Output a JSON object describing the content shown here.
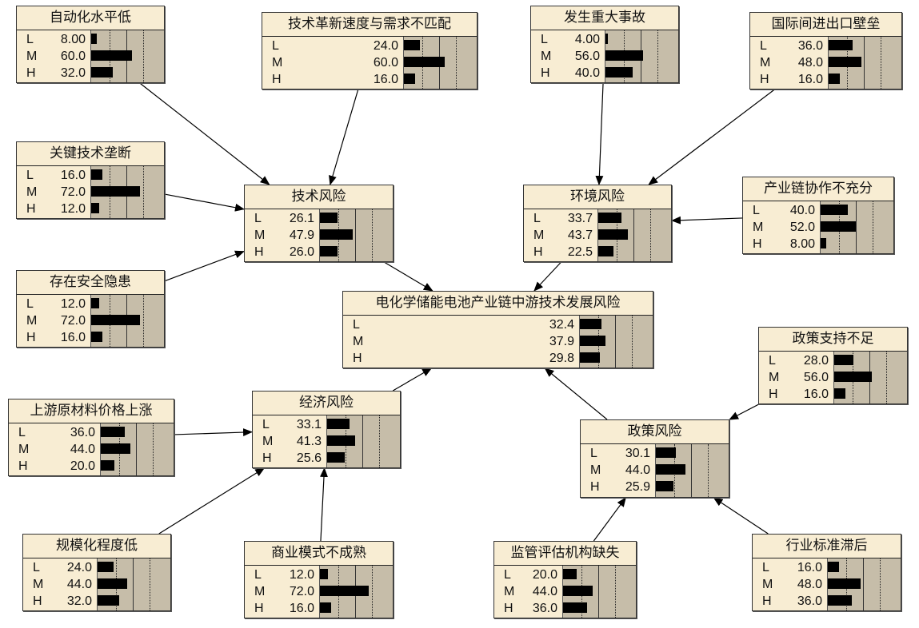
{
  "nodes": [
    {
      "id": "n1",
      "title": "自动化水平低",
      "states": [
        {
          "s": "L",
          "v": "8.00",
          "p": 8.0
        },
        {
          "s": "M",
          "v": "60.0",
          "p": 60.0
        },
        {
          "s": "H",
          "v": "32.0",
          "p": 32.0
        }
      ]
    },
    {
      "id": "n2",
      "title": "技术革新速度与需求不匹配",
      "states": [
        {
          "s": "L",
          "v": "24.0",
          "p": 24.0
        },
        {
          "s": "M",
          "v": "60.0",
          "p": 60.0
        },
        {
          "s": "H",
          "v": "16.0",
          "p": 16.0
        }
      ]
    },
    {
      "id": "n3",
      "title": "发生重大事故",
      "states": [
        {
          "s": "L",
          "v": "4.00",
          "p": 4.0
        },
        {
          "s": "M",
          "v": "56.0",
          "p": 56.0
        },
        {
          "s": "H",
          "v": "40.0",
          "p": 40.0
        }
      ]
    },
    {
      "id": "n4",
      "title": "国际间进出口壁垒",
      "states": [
        {
          "s": "L",
          "v": "36.0",
          "p": 36.0
        },
        {
          "s": "M",
          "v": "48.0",
          "p": 48.0
        },
        {
          "s": "H",
          "v": "16.0",
          "p": 16.0
        }
      ]
    },
    {
      "id": "n5",
      "title": "关键技术垄断",
      "states": [
        {
          "s": "L",
          "v": "16.0",
          "p": 16.0
        },
        {
          "s": "M",
          "v": "72.0",
          "p": 72.0
        },
        {
          "s": "H",
          "v": "12.0",
          "p": 12.0
        }
      ]
    },
    {
      "id": "n6",
      "title": "技术风险",
      "states": [
        {
          "s": "L",
          "v": "26.1",
          "p": 26.1
        },
        {
          "s": "M",
          "v": "47.9",
          "p": 47.9
        },
        {
          "s": "H",
          "v": "26.0",
          "p": 26.0
        }
      ]
    },
    {
      "id": "n7",
      "title": "环境风险",
      "states": [
        {
          "s": "L",
          "v": "33.7",
          "p": 33.7
        },
        {
          "s": "M",
          "v": "43.7",
          "p": 43.7
        },
        {
          "s": "H",
          "v": "22.5",
          "p": 22.5
        }
      ]
    },
    {
      "id": "n8",
      "title": "产业链协作不充分",
      "states": [
        {
          "s": "L",
          "v": "40.0",
          "p": 40.0
        },
        {
          "s": "M",
          "v": "52.0",
          "p": 52.0
        },
        {
          "s": "H",
          "v": "8.00",
          "p": 8.0
        }
      ]
    },
    {
      "id": "n9",
      "title": "存在安全隐患",
      "states": [
        {
          "s": "L",
          "v": "12.0",
          "p": 12.0
        },
        {
          "s": "M",
          "v": "72.0",
          "p": 72.0
        },
        {
          "s": "H",
          "v": "16.0",
          "p": 16.0
        }
      ]
    },
    {
      "id": "n10",
      "title": "电化学储能电池产业链中游技术发展风险",
      "states": [
        {
          "s": "L",
          "v": "32.4",
          "p": 32.4
        },
        {
          "s": "M",
          "v": "37.9",
          "p": 37.9
        },
        {
          "s": "H",
          "v": "29.8",
          "p": 29.8
        }
      ]
    },
    {
      "id": "n11",
      "title": "政策支持不足",
      "states": [
        {
          "s": "L",
          "v": "28.0",
          "p": 28.0
        },
        {
          "s": "M",
          "v": "56.0",
          "p": 56.0
        },
        {
          "s": "H",
          "v": "16.0",
          "p": 16.0
        }
      ]
    },
    {
      "id": "n12",
      "title": "上游原材料价格上涨",
      "states": [
        {
          "s": "L",
          "v": "36.0",
          "p": 36.0
        },
        {
          "s": "M",
          "v": "44.0",
          "p": 44.0
        },
        {
          "s": "H",
          "v": "20.0",
          "p": 20.0
        }
      ]
    },
    {
      "id": "n13",
      "title": "经济风险",
      "states": [
        {
          "s": "L",
          "v": "33.1",
          "p": 33.1
        },
        {
          "s": "M",
          "v": "41.3",
          "p": 41.3
        },
        {
          "s": "H",
          "v": "25.6",
          "p": 25.6
        }
      ]
    },
    {
      "id": "n14",
      "title": "政策风险",
      "states": [
        {
          "s": "L",
          "v": "30.1",
          "p": 30.1
        },
        {
          "s": "M",
          "v": "44.0",
          "p": 44.0
        },
        {
          "s": "H",
          "v": "25.9",
          "p": 25.9
        }
      ]
    },
    {
      "id": "n15",
      "title": "规模化程度低",
      "states": [
        {
          "s": "L",
          "v": "24.0",
          "p": 24.0
        },
        {
          "s": "M",
          "v": "44.0",
          "p": 44.0
        },
        {
          "s": "H",
          "v": "32.0",
          "p": 32.0
        }
      ]
    },
    {
      "id": "n16",
      "title": "商业模式不成熟",
      "states": [
        {
          "s": "L",
          "v": "12.0",
          "p": 12.0
        },
        {
          "s": "M",
          "v": "72.0",
          "p": 72.0
        },
        {
          "s": "H",
          "v": "16.0",
          "p": 16.0
        }
      ]
    },
    {
      "id": "n17",
      "title": "监管评估机构缺失",
      "states": [
        {
          "s": "L",
          "v": "20.0",
          "p": 20.0
        },
        {
          "s": "M",
          "v": "44.0",
          "p": 44.0
        },
        {
          "s": "H",
          "v": "36.0",
          "p": 36.0
        }
      ]
    },
    {
      "id": "n18",
      "title": "行业标准滞后",
      "states": [
        {
          "s": "L",
          "v": "16.0",
          "p": 16.0
        },
        {
          "s": "M",
          "v": "48.0",
          "p": 48.0
        },
        {
          "s": "H",
          "v": "36.0",
          "p": 36.0
        }
      ]
    }
  ],
  "edges": [
    {
      "from": "n1",
      "to": "n6"
    },
    {
      "from": "n2",
      "to": "n6"
    },
    {
      "from": "n5",
      "to": "n6"
    },
    {
      "from": "n9",
      "to": "n6"
    },
    {
      "from": "n3",
      "to": "n7"
    },
    {
      "from": "n4",
      "to": "n7"
    },
    {
      "from": "n8",
      "to": "n7"
    },
    {
      "from": "n6",
      "to": "n10"
    },
    {
      "from": "n7",
      "to": "n10"
    },
    {
      "from": "n13",
      "to": "n10"
    },
    {
      "from": "n14",
      "to": "n10"
    },
    {
      "from": "n12",
      "to": "n13"
    },
    {
      "from": "n15",
      "to": "n13"
    },
    {
      "from": "n16",
      "to": "n13"
    },
    {
      "from": "n11",
      "to": "n14"
    },
    {
      "from": "n17",
      "to": "n14"
    },
    {
      "from": "n18",
      "to": "n14"
    }
  ],
  "colors": {
    "node_bg": "#F8EDD3",
    "chart_bg": "#C6BDA9",
    "bar": "#000000",
    "border": "#333333"
  }
}
